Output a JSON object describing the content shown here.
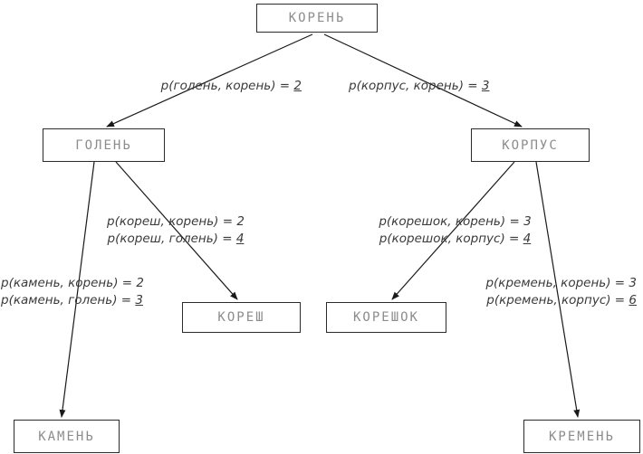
{
  "diagram_title": "",
  "nodes": {
    "koren": {
      "label": "КОРЕНЬ"
    },
    "golen": {
      "label": "ГОЛЕНЬ"
    },
    "korpus": {
      "label": "КОРПУС"
    },
    "koresh": {
      "label": "КОРЕШ"
    },
    "koreshok": {
      "label": "КОРЕШОК"
    },
    "kamen": {
      "label": "КАМЕНЬ"
    },
    "kremen": {
      "label": "КРЕМЕНЬ"
    }
  },
  "edge_labels": {
    "golen": [
      {
        "text": "р(голень, корень) = ",
        "value": "2",
        "underline": true
      }
    ],
    "korpus": [
      {
        "text": "р(корпус, корень) = ",
        "value": "3",
        "underline": true
      }
    ],
    "koresh": [
      {
        "text": "р(кореш, корень) = ",
        "value": "2",
        "underline": false
      },
      {
        "text": "р(кореш, голень) = ",
        "value": "4",
        "underline": true
      }
    ],
    "koreshok": [
      {
        "text": "р(корешок, корень) = ",
        "value": "3",
        "underline": false
      },
      {
        "text": "р(корешок, корпус) = ",
        "value": "4",
        "underline": true
      }
    ],
    "kamen": [
      {
        "text": "р(камень, корень) = ",
        "value": "2",
        "underline": false
      },
      {
        "text": "р(камень, голень) = ",
        "value": "3",
        "underline": true
      }
    ],
    "kremen": [
      {
        "text": "р(кремень, корень) = ",
        "value": "3",
        "underline": false
      },
      {
        "text": "р(кремень, корпус) = ",
        "value": "6",
        "underline": true
      }
    ]
  },
  "colors": {
    "node_border": "#2b2b2b",
    "node_text": "#8c8c8c",
    "edge_line": "#1a1a1a",
    "label_text": "#3a3a3a",
    "background": "#ffffff"
  }
}
